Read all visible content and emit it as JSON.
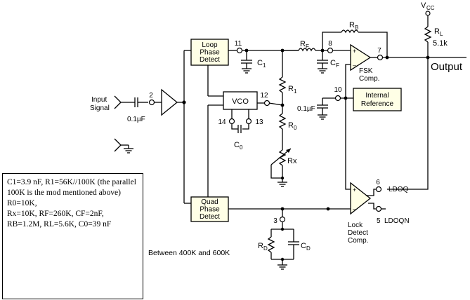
{
  "blocks": {
    "loop_phase_detect": [
      "Loop",
      "Phase",
      "Detect"
    ],
    "vco": "VCO",
    "quad_phase_detect": [
      "Quad",
      "Phase",
      "Detect"
    ],
    "internal_reference": [
      "Internal",
      "Reference"
    ],
    "fsk_comp": [
      "FSK",
      "Comp."
    ],
    "lock_detect_comp": [
      "Lock",
      "Detect",
      "Comp."
    ]
  },
  "pins": {
    "p2": "2",
    "p3": "3",
    "p5": "5",
    "p6": "6",
    "p7": "7",
    "p8": "8",
    "p10": "10",
    "p11": "11",
    "p12": "12",
    "p13": "13",
    "p14": "14"
  },
  "components": {
    "C1": "C",
    "C1_sub": "1",
    "R1": "R",
    "R1_sub": "1",
    "R0": "R",
    "R0_sub": "0",
    "Rx": "Rx",
    "RF": "R",
    "RF_sub": "F",
    "CF": "C",
    "CF_sub": "F",
    "RB": "R",
    "RB_sub": "B",
    "RL": "R",
    "RL_sub": "L",
    "RL_value": "5.1k",
    "C0": "C",
    "C0_sub": "0",
    "RD": "R",
    "RD_sub": "D",
    "CD": "C",
    "CD_sub": "D",
    "cin_value": "0.1µF",
    "cref_value": "0.1µF"
  },
  "labels": {
    "input": [
      "Input",
      "Signal"
    ],
    "vcc": "V",
    "vcc_sub": "CC",
    "output": "Output",
    "ldoq": "LDOQ",
    "ldoqn": "LDOQN"
  },
  "note": "C1=3.9 nF, R1=56K//100K (the parallel 100K is the mod mentioned above) R0=10K,\nRx=10K, RF=260K, CF=2nF,\nRB=1.2M, RL=5.6K, C0=39 nF",
  "frequency_note": "Between 400K and 600K"
}
